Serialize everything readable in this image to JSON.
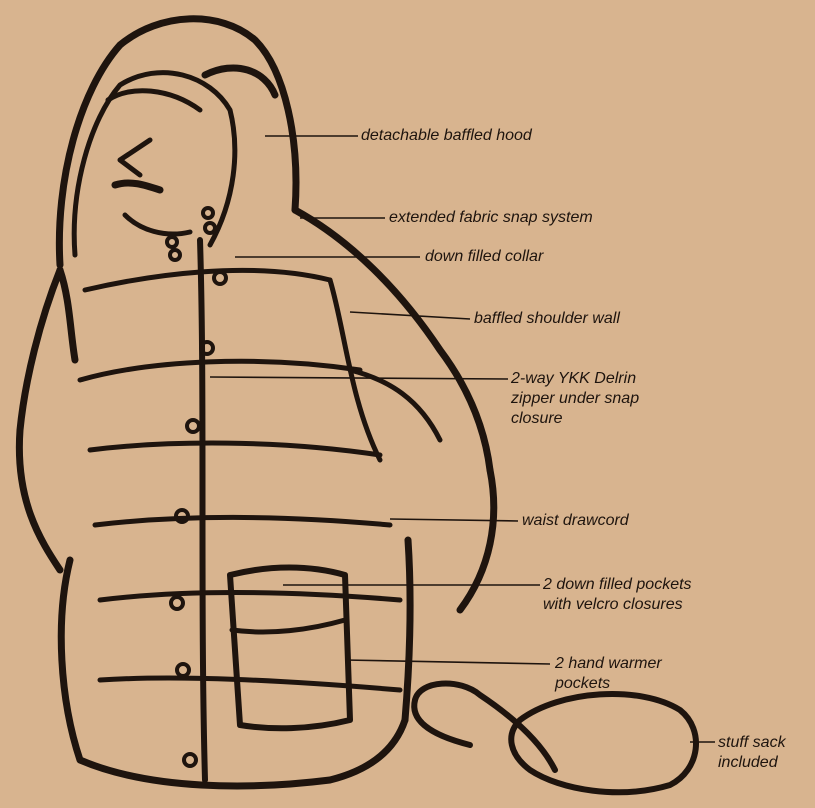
{
  "illustration": {
    "subject": "down parka",
    "ink_color": "#1e140e",
    "paper_color": "#d8b48f"
  },
  "callouts": [
    {
      "id": "hood",
      "lines": [
        "detachable baffled hood"
      ]
    },
    {
      "id": "snap",
      "lines": [
        "extended fabric snap system"
      ]
    },
    {
      "id": "collar",
      "lines": [
        "down filled collar"
      ]
    },
    {
      "id": "shoulder",
      "lines": [
        "baffled shoulder wall"
      ]
    },
    {
      "id": "zipper",
      "lines": [
        "2-way YKK Delrin",
        "zipper under snap",
        "closure"
      ]
    },
    {
      "id": "drawcord",
      "lines": [
        "waist drawcord"
      ]
    },
    {
      "id": "pockets",
      "lines": [
        "2 down filled pockets",
        "with velcro closures"
      ]
    },
    {
      "id": "handwarmer",
      "lines": [
        "2 hand warmer",
        "pockets"
      ]
    },
    {
      "id": "sack",
      "lines": [
        "stuff sack",
        "included"
      ]
    }
  ]
}
